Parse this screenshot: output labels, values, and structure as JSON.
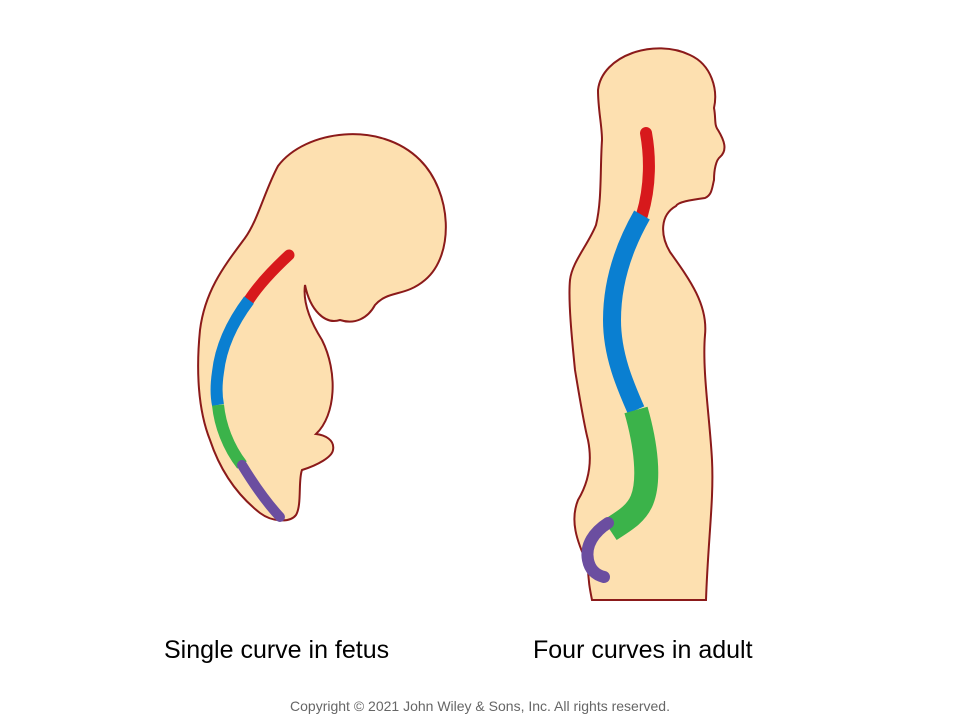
{
  "figure": {
    "fetus_caption": "Single curve in fetus",
    "adult_caption": "Four curves in adult",
    "copyright": "Copyright © 2021 John Wiley & Sons, Inc. All rights reserved."
  },
  "colors": {
    "skin_fill": "#fde0b0",
    "outline": "#8b1a1a",
    "cervical": "#d7191c",
    "thoracic": "#0a7fd1",
    "lumbar": "#3bb34a",
    "sacral": "#6b4ea0"
  }
}
